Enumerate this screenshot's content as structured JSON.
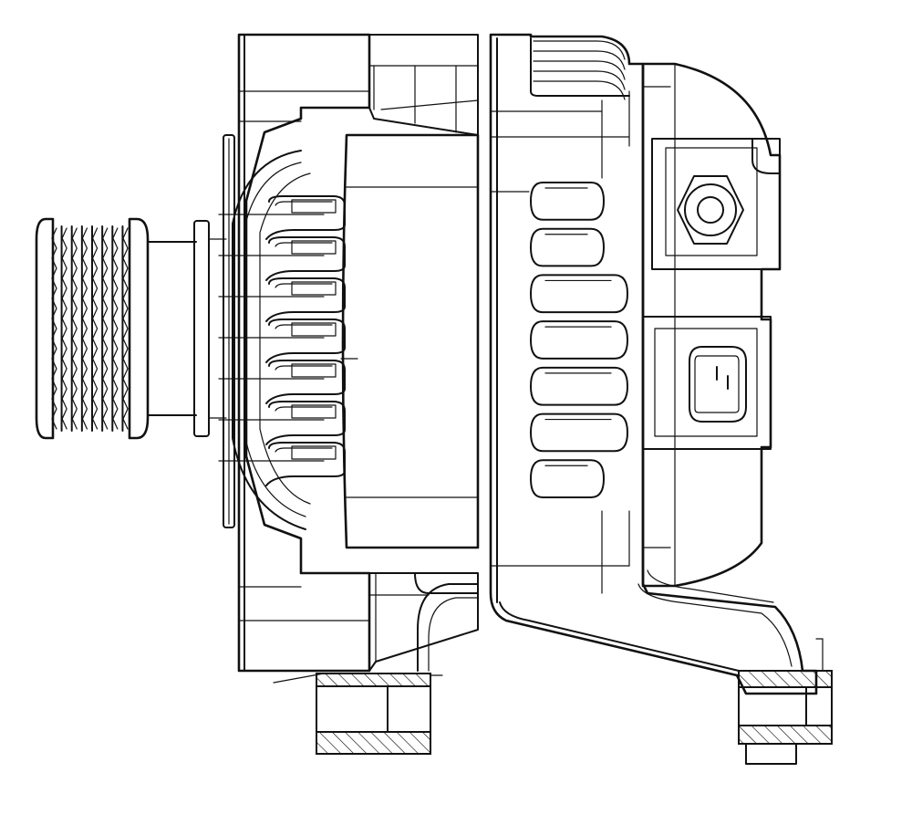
{
  "drawing": {
    "line_color": "#111111",
    "background": "#ffffff",
    "pulley_grooves": 8,
    "front_fan_blades": 7,
    "rear_fan_slots": 7
  }
}
